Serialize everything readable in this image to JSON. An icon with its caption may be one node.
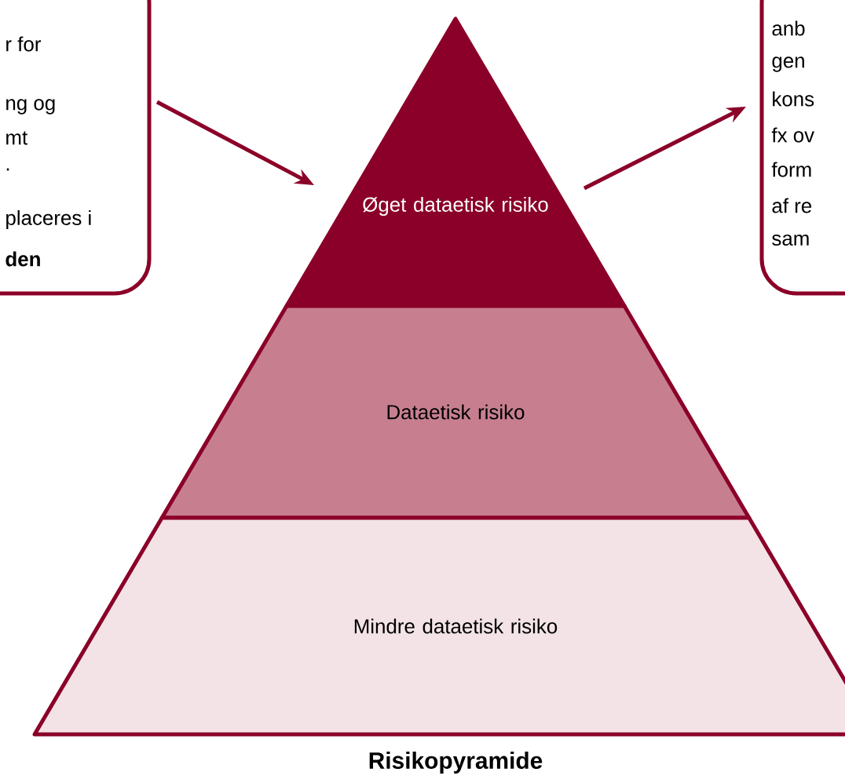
{
  "diagram": {
    "title": "Risikopyramide",
    "nodes": [
      {
        "text": [
          "r for",
          "ng og",
          "mt",
          ".",
          "placeres i",
          "**den**"
        ]
      },
      {
        "text": [
          "Øget dataetisk risiko"
        ]
      },
      {
        "text": [
          "Dataetisk risiko"
        ]
      },
      {
        "text": [
          "Mindre dataetisk risiko"
        ]
      },
      {
        "text": [
          "anb",
          "gen",
          "kons",
          "fx ov",
          "form",
          "af re",
          "sam"
        ]
      }
    ],
    "edges": [
      {
        "from": 0,
        "to": 1,
        "arrow": "to"
      },
      {
        "from": 1,
        "to": 4,
        "arrow": "to"
      }
    ]
  }
}
